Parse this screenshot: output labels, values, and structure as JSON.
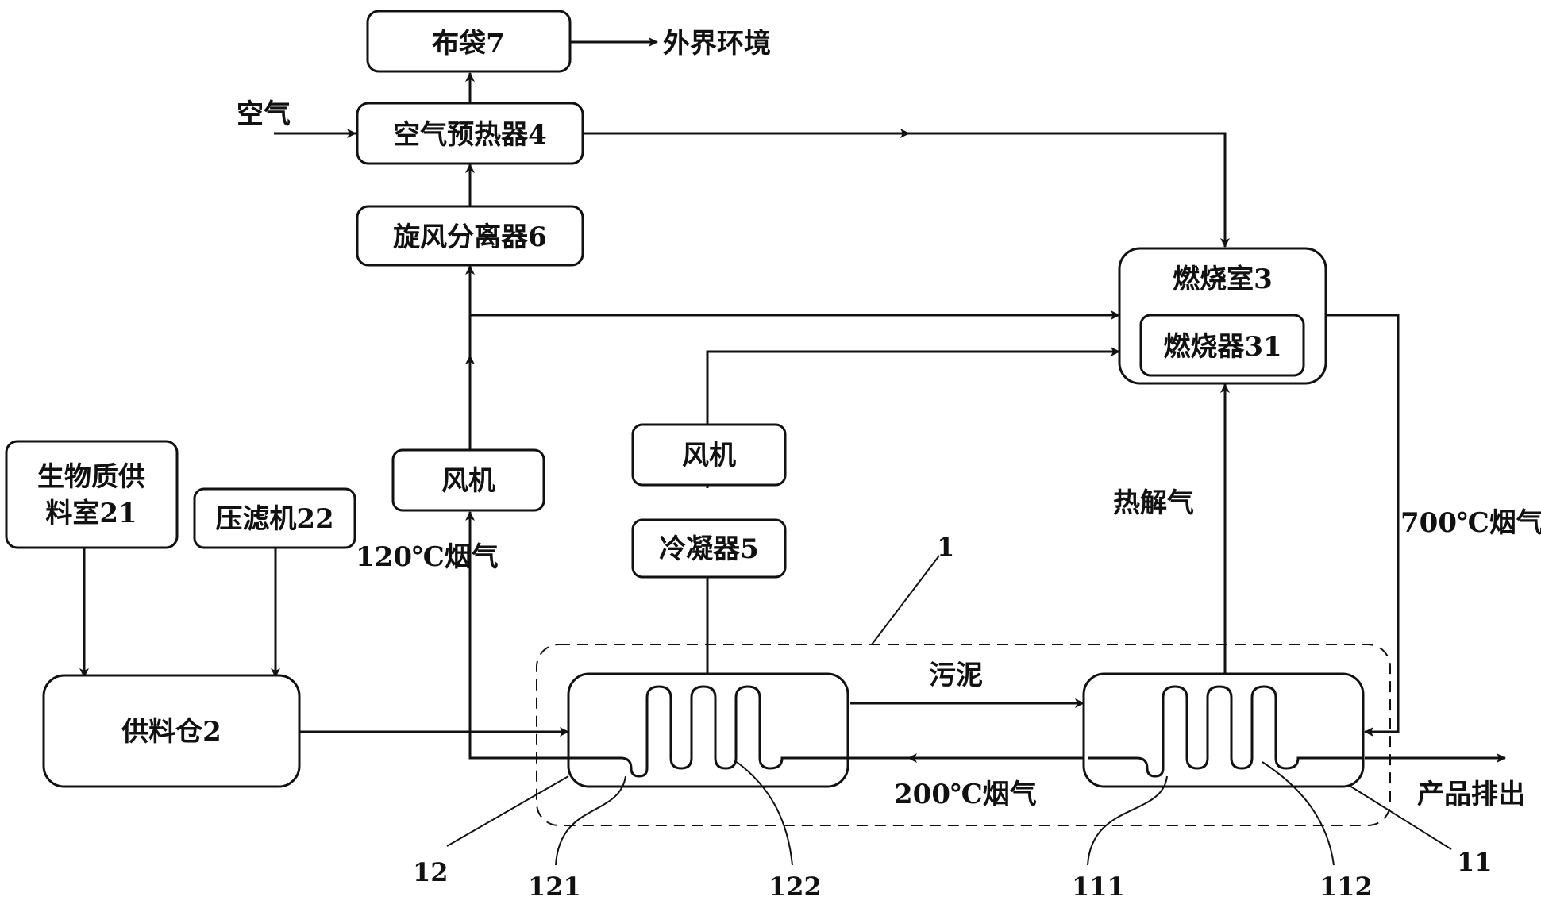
{
  "boxes": {
    "cloth_bag": "布袋7",
    "air_preheater": "空气预热器4",
    "cyclone": "旋风分离器6",
    "combustion_chamber": "燃烧室3",
    "burner": "燃烧器31",
    "fan_left": "风机",
    "fan_mid": "风机",
    "condenser": "冷凝器5",
    "biomass_room_line1": "生物质供",
    "biomass_room_line2": "料室21",
    "filter_press": "压滤机22",
    "feed_bin": "供料仓2"
  },
  "labels": {
    "environment": "外界环境",
    "air": "空气",
    "flue_120": "120℃烟气",
    "pyrolysis_gas": "热解气",
    "flue_700": "700℃烟气",
    "sludge": "污泥",
    "flue_200": "200℃烟气",
    "product_out": "产品排出"
  },
  "numbers": {
    "n1": "1",
    "n11": "11",
    "n12": "12",
    "n111": "111",
    "n112": "112",
    "n121": "121",
    "n122": "122"
  }
}
